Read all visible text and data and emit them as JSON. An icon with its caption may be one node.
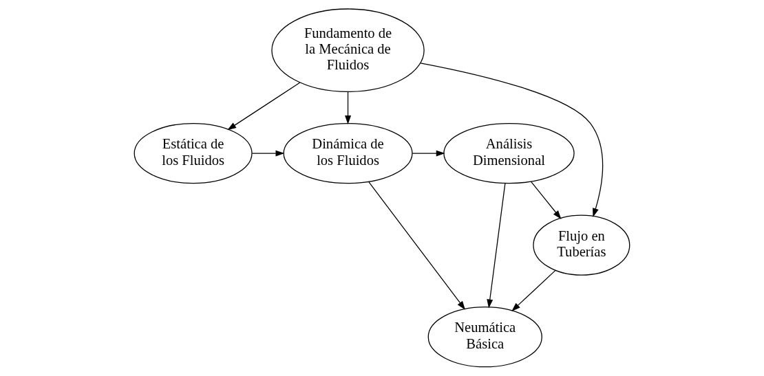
{
  "diagram": {
    "nodes": [
      {
        "text": [
          "Fundamento de la Mecánica de Fluidos"
        ]
      },
      {
        "text": [
          "Estática de los Fluidos"
        ]
      },
      {
        "text": [
          "Dinámica de los Fluidos"
        ]
      },
      {
        "text": [
          "Análisis Dimensional"
        ]
      },
      {
        "text": [
          "Flujo en Tuberías"
        ]
      },
      {
        "text": [
          "Neumática Básica"
        ]
      }
    ],
    "edges": [
      {
        "from": 0,
        "to": 1,
        "arrow": "to"
      },
      {
        "from": 0,
        "to": 2,
        "arrow": "to"
      },
      {
        "from": 0,
        "to": 4,
        "arrow": "to"
      },
      {
        "from": 1,
        "to": 2,
        "arrow": "to"
      },
      {
        "from": 2,
        "to": 3,
        "arrow": "to"
      },
      {
        "from": 3,
        "to": 4,
        "arrow": "to"
      },
      {
        "from": 2,
        "to": 5,
        "arrow": "to"
      },
      {
        "from": 3,
        "to": 5,
        "arrow": "to"
      },
      {
        "from": 4,
        "to": 5,
        "arrow": "to"
      }
    ]
  }
}
